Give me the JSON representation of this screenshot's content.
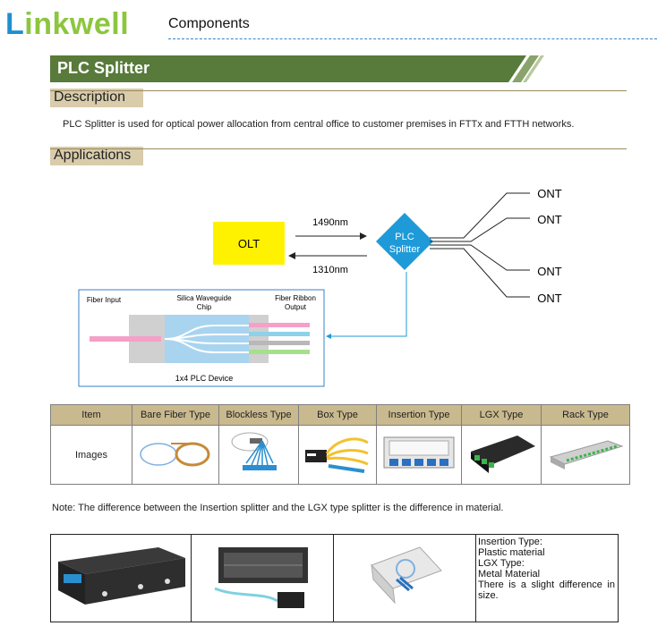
{
  "header": {
    "logo": "Linkwell",
    "section": "Components"
  },
  "title": "PLC Splitter",
  "description": {
    "heading": "Description",
    "text": "PLC Splitter is used for optical power allocation from central office to customer premises in FTTx and FTTH networks."
  },
  "applications": {
    "heading": "Applications",
    "diagram": {
      "olt": "OLT",
      "splitter_line1": "PLC",
      "splitter_line2": "Splitter",
      "down_wavelength": "1490nm",
      "up_wavelength": "1310nm",
      "ont_labels": [
        "ONT",
        "ONT",
        "ONT",
        "ONT"
      ],
      "device_fiber_input": "Fiber Input",
      "device_waveguide_line1": "Silica Waveguide",
      "device_waveguide_line2": "Chip",
      "device_ribbon_line1": "Fiber Ribbon",
      "device_ribbon_line2": "Output",
      "device_caption": "1x4 PLC Device"
    }
  },
  "types_table": {
    "headers": [
      "Item",
      "Bare Fiber Type",
      "Blockless Type",
      "Box Type",
      "Insertion Type",
      "LGX Type",
      "Rack Type"
    ],
    "row_label": "Images"
  },
  "note": "Note: The difference between the Insertion splitter and the LGX type splitter is the difference in material.",
  "comparison_text": {
    "line1": "Insertion Type:",
    "line2": "Plastic material",
    "line3": "LGX Type:",
    "line4": "Metal Material",
    "line5": "There is a slight difference in size."
  },
  "colors": {
    "title_green": "#5a7a3a",
    "olt_yellow": "#fff200",
    "splitter_blue": "#1e9ad8",
    "table_header": "#c9b98e"
  }
}
